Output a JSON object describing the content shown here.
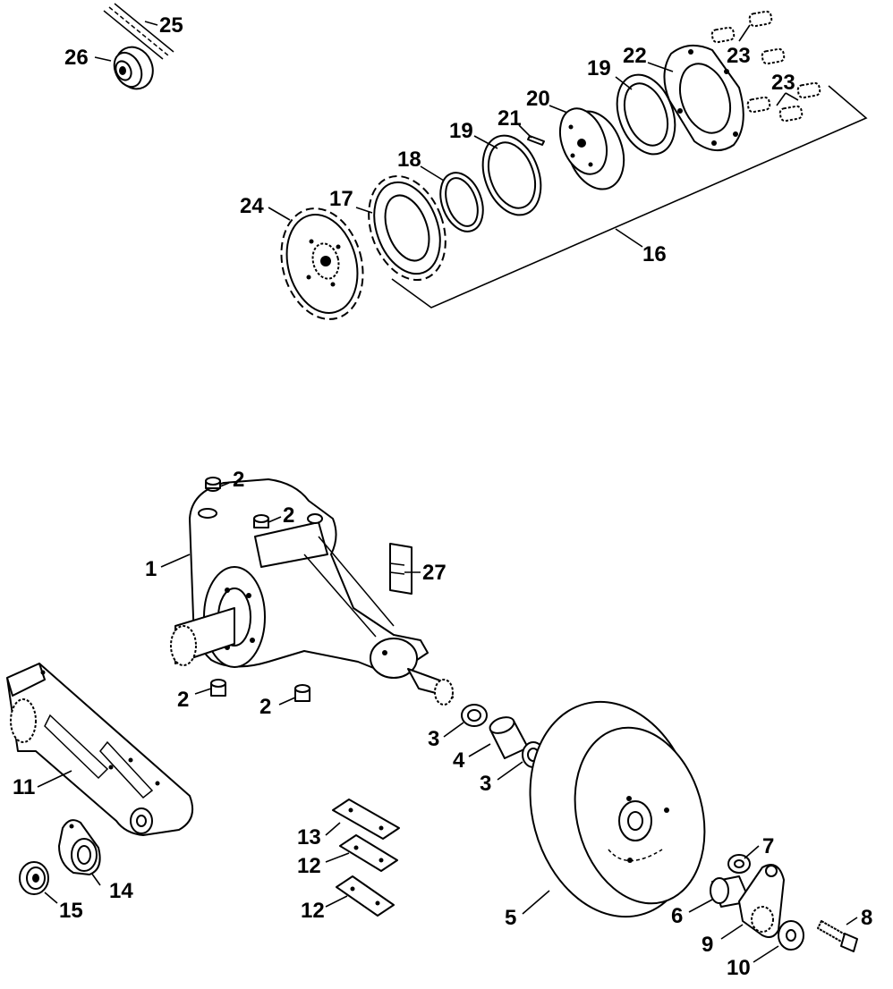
{
  "callouts": {
    "c1": "1",
    "c2a": "2",
    "c2b": "2",
    "c2c": "2",
    "c2d": "2",
    "c3a": "3",
    "c3b": "3",
    "c4": "4",
    "c5": "5",
    "c6": "6",
    "c7": "7",
    "c8": "8",
    "c9": "9",
    "c10": "10",
    "c11": "11",
    "c12a": "12",
    "c12b": "12",
    "c13": "13",
    "c14": "14",
    "c15": "15",
    "c16": "16",
    "c17": "17",
    "c18": "18",
    "c19a": "19",
    "c19b": "19",
    "c20": "20",
    "c21": "21",
    "c22": "22",
    "c23a": "23",
    "c23b": "23",
    "c24": "24",
    "c25": "25",
    "c26": "26",
    "c27": "27"
  }
}
